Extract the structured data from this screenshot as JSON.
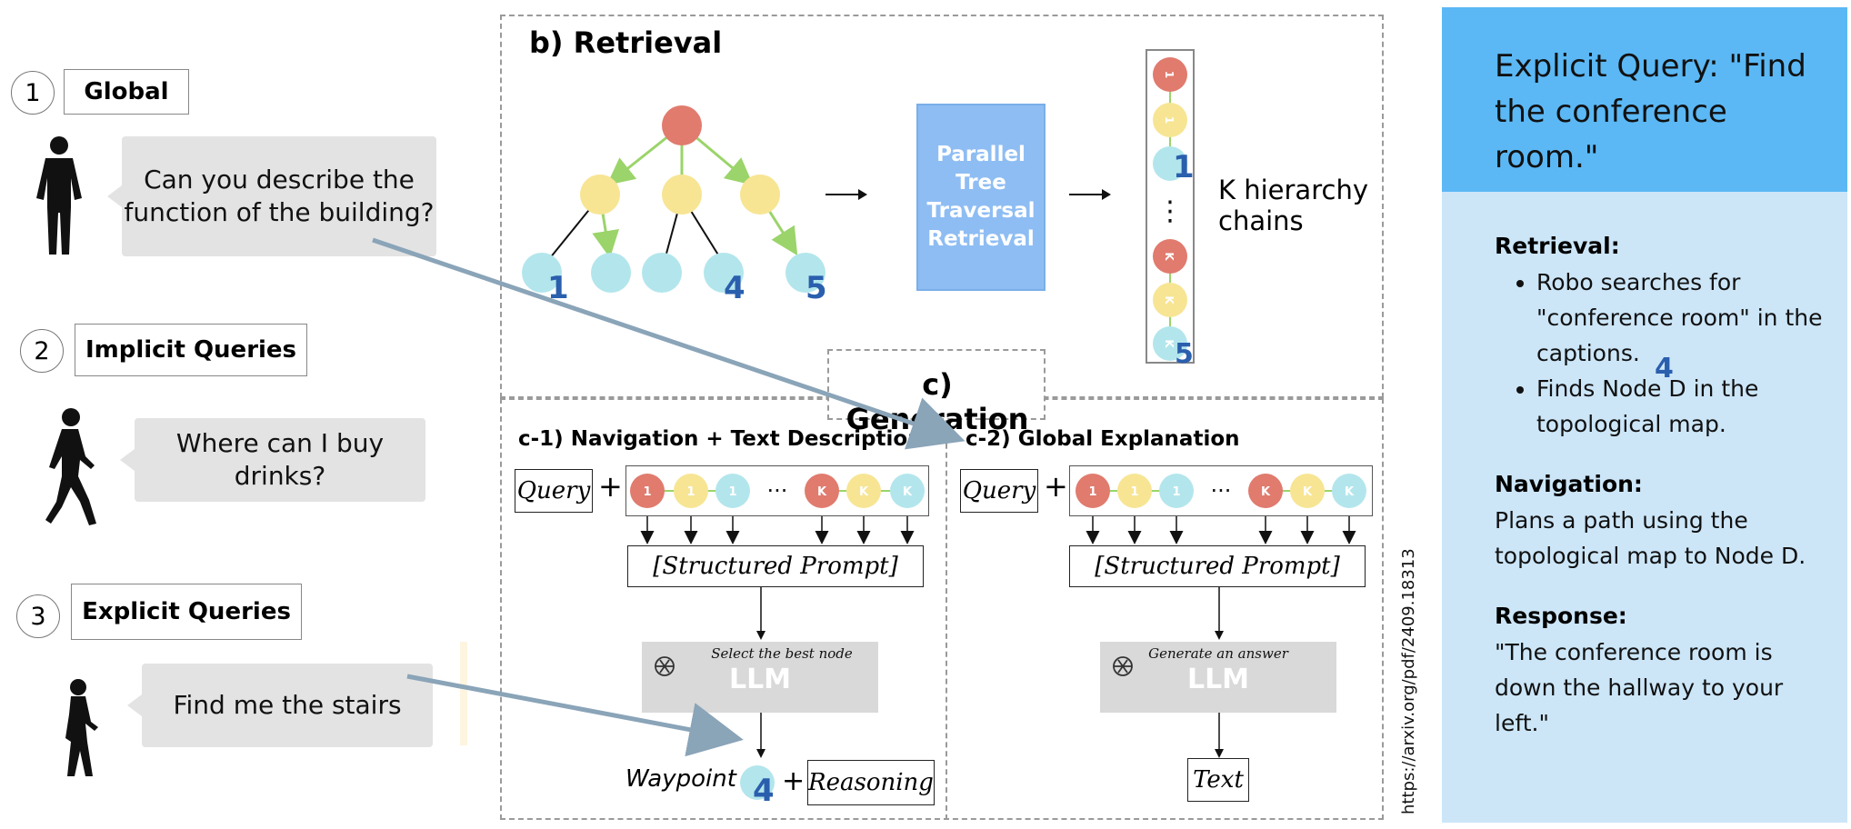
{
  "left": {
    "queries": [
      {
        "number": "1",
        "label": "Global",
        "text": "Can you describe the function of the building?"
      },
      {
        "number": "2",
        "label": "Implicit Queries",
        "text": "Where can I buy drinks?"
      },
      {
        "number": "3",
        "label": "Explicit Queries",
        "text": "Find me the stairs"
      }
    ]
  },
  "retrieval": {
    "title": "b) Retrieval",
    "tree_node_labels": [
      "1",
      "4",
      "5"
    ],
    "box_label": "Parallel Tree Traversal Retrieval",
    "chain_labels": {
      "top_marker": "1",
      "bottom_marker": "5",
      "node_1": "1",
      "node_k": "K",
      "ellipsis": "⋮"
    },
    "chains_label": "K hierarchy chains"
  },
  "generation": {
    "title": "c) Generation",
    "c1": {
      "title": "c-1) Navigation + Text Description",
      "query": "Query",
      "plus": "+",
      "node_labels": [
        "1",
        "1",
        "1",
        "···",
        "K",
        "K",
        "K"
      ],
      "prompt": "[Structured Prompt]",
      "llm_note": "Select the best node",
      "llm": "LLM",
      "waypoint": "Waypoint",
      "waypoint_marker": "4",
      "reasoning": "Reasoning"
    },
    "c2": {
      "title": "c-2) Global Explanation",
      "query": "Query",
      "plus": "+",
      "node_labels": [
        "1",
        "1",
        "1",
        "···",
        "K",
        "K",
        "K"
      ],
      "prompt": "[Structured Prompt]",
      "llm_note": "Generate an answer",
      "llm": "LLM",
      "output": "Text"
    }
  },
  "source_url": "https://arxiv.org/pdf/2409.18313",
  "panel": {
    "header": "Explicit Query: \"Find the conference room.\"",
    "marker": "4",
    "retrieval_heading": "Retrieval:",
    "retrieval_bullets": [
      "Robo searches for \"conference room\" in the captions.",
      "Finds Node D in the topological map."
    ],
    "navigation_heading": "Navigation:",
    "navigation_text": "Plans a path using the topological map to Node D.",
    "response_heading": "Response:",
    "response_text": "\"The conference room is down the hallway to your left.\""
  },
  "colors": {
    "red_node": "#e07b6e",
    "yellow_node": "#f7e594",
    "cyan_node": "#b3e6ec",
    "green_edge": "#9ad46a",
    "traversal_box": "#8ebdf3",
    "panel_header": "#5bb8f5",
    "panel_body": "#cce6f8",
    "marker_blue": "#2a5fae",
    "arrow": "#8aa4b8"
  }
}
